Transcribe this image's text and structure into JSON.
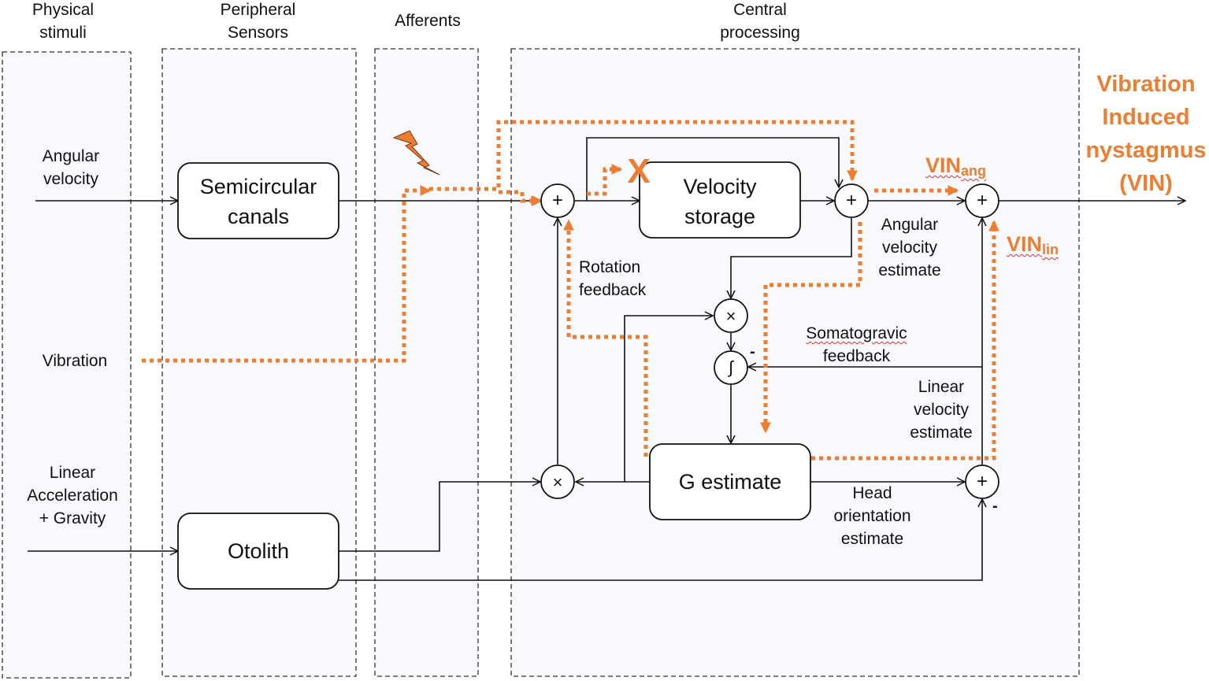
{
  "columns": {
    "physical_stimuli": {
      "line1": "Physical",
      "line2": "stimuli"
    },
    "peripheral_sensors": {
      "line1": "Peripheral",
      "line2": "Sensors"
    },
    "afferents": {
      "line1": "Afferents"
    },
    "central_processing": {
      "line1": "Central",
      "line2": "processing"
    }
  },
  "inputs": {
    "angular_velocity": {
      "line1": "Angular",
      "line2": "velocity"
    },
    "vibration": {
      "line1": "Vibration"
    },
    "linear_acceleration": {
      "line1": "Linear",
      "line2": "Acceleration",
      "line3": "+ Gravity"
    }
  },
  "blocks": {
    "semicircular_canals": {
      "line1": "Semicircular",
      "line2": "canals"
    },
    "otolith": {
      "line1": "Otolith"
    },
    "velocity_storage": {
      "line1": "Velocity",
      "line2": "storage"
    },
    "g_estimate": {
      "line1": "G estimate"
    }
  },
  "operators": {
    "sum": "+",
    "multiply": "×",
    "integrate": "∫",
    "minus": "-"
  },
  "annotations": {
    "rotation_feedback": {
      "line1": "Rotation",
      "line2": "feedback"
    },
    "angular_velocity_estimate": {
      "line1": "Angular",
      "line2": "velocity",
      "line3": "estimate"
    },
    "somatogravic_feedback": {
      "line1": "Somatogravic",
      "line2": "feedback"
    },
    "linear_velocity_estimate": {
      "line1": "Linear",
      "line2": "velocity",
      "line3": "estimate"
    },
    "head_orientation_estimate": {
      "line1": "Head",
      "line2": "orientation",
      "line3": "estimate"
    },
    "blocked_marker": "X"
  },
  "outputs": {
    "vin_ang": {
      "main": "VIN",
      "sub": "ang"
    },
    "vin_lin": {
      "main": "VIN",
      "sub": "lin"
    },
    "title": {
      "line1": "Vibration",
      "line2": "Induced",
      "line3": "nystagmus",
      "line4": "(VIN)"
    }
  },
  "colors": {
    "vibration_path": "#ED7D31",
    "panel_fill": "#F7F9FC",
    "line": "#111111"
  }
}
